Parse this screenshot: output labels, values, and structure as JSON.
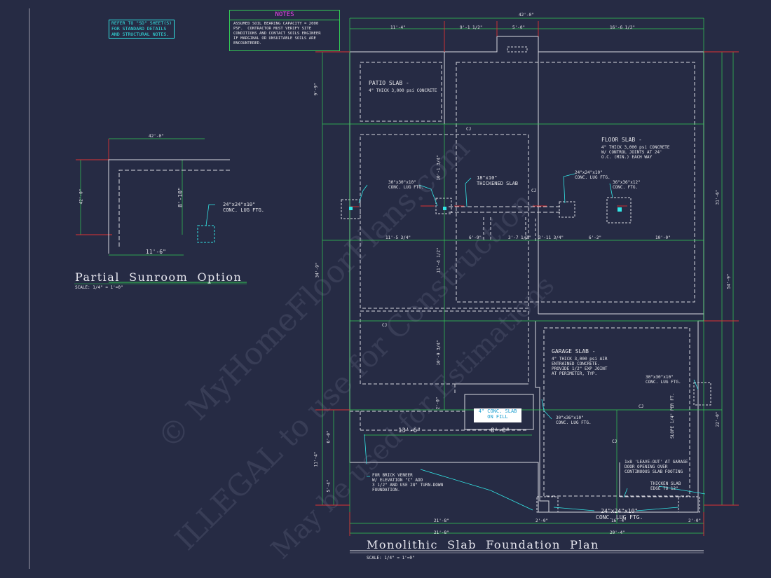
{
  "ref_note": "REFER TO \"SD\" SHEET(S)\nFOR STANDARD DETAILS\nAND STRUCTURAL NOTES.",
  "notes": {
    "title": "NOTES",
    "text": "ASSUMED SOIL BEARING CAPACITY = 2000\nPSF.  CONTRACTOR MUST VERIFY SITE\nCONDITIONS AND CONTACT SOILS ENGINEER\nIF MARGINAL OR UNSUITABLE SOILS ARE\nENCOUNTERED."
  },
  "sunroom": {
    "title": "Partial  Sunroom  Option",
    "scale": "SCALE: 1/4\" = 1'=0\"",
    "dim_top": "42'-0\"",
    "dim_left": "42'-0\"",
    "dim_height": "8'-10\"",
    "dim_width": "11'-6\"",
    "ftg_label": "24\"x24\"x10\"\nCONC. LUG FTG."
  },
  "main_plan": {
    "title": "Monolithic  Slab  Foundation  Plan",
    "scale": "SCALE: 1/4\" = 1'=0\"",
    "labels": {
      "patio_title": "PATIO SLAB -",
      "patio_spec": "4\" THICK 3,000 psi CONCRETE",
      "floor_title": "FLOOR SLAB -",
      "floor_spec": "4\" THICK 3,000 psi CONCRETE\nW/ CONTROL JOINTS AT 24'\nO.C. (MIN.) EACH WAY",
      "garage_title": "GARAGE SLAB -",
      "garage_spec": "4\" THICK 3,000 psi AIR\nENTRAINED CONCRETE.\nPROVIDE 1/2\" EXP JOINT\nAT PERIMETER, TYP.",
      "ftg_30x30": "30\"x30\"x10\"\nCONC. LUG FTG.",
      "thickened": "18\"x10\"\nTHICKENED SLAB",
      "ftg_24_right": "24\"x24\"x10\"\nCONC. LUG FTG.",
      "ftg_36x36": "36\"x36\"x12\"\nCONC. FTG.",
      "ftg_30x36": "30\"x36\"x10\"\nCONC. LUG FTG.",
      "ftg_30x30_right": "30\"x30\"x10\"\nCONC. LUG FTG.",
      "slope": "SLOPE 1/4\" PER FT.",
      "leave_out": "1x8 'LEAVE-OUT' AT GARAGE\nDOOR OPENING OVER\nCONTINUOUS SLAB FOOTING",
      "thicken_edge": "THICKEN SLAB\nEDGE TO 12\"",
      "brick": "FOR BRICK VENEER\nW/ ELEVATION \"C\" ADD\n3 1/2\" AND USE 28\" TURN-DOWN\nFOUNDATION.",
      "conc_fill": "4\" CONC. SLAB\nON FILL",
      "ftg_bottom": "24\"x24\"x10\"\nCONC. LUG FTG.",
      "cj": "CJ"
    },
    "dims": {
      "overall_top": "42'-0\"",
      "top_1": "11'-4\"",
      "top_2": "9'-1 1/2\"",
      "top_3": "5'-0\"",
      "top_4": "16'-6 1/2\"",
      "mid_1": "11'-5 3/4\"",
      "mid_2": "6'-9\"",
      "mid_3": "3'-7 1/2\"",
      "mid_4": "3'-11 3/4\"",
      "mid_5": "6'-2\"",
      "mid_6": "10'-0\"",
      "inner_1": "10'-1 3/4\"",
      "inner_2": "11'-4 1/2\"",
      "inner_3": "10'-9 3/4\"",
      "inner_4": "2'-0\"",
      "left_1": "9'-9\"",
      "left_2": "34'-9\"",
      "left_3": "11'-4\"",
      "left_4": "6'-0\"",
      "left_5": "5'-4\"",
      "right_1": "31'-6\"",
      "right_2": "54'-9\"",
      "right_3": "22'-0\"",
      "dim_13_6": "13'-6\"",
      "dim_8_0": "8'-0\"",
      "bot_1": "21'-8\"",
      "bot_2": "2'-0\"",
      "bot_3": "16'-4\"",
      "bot_4": "2'-0\"",
      "bot_5": "21'-8\"",
      "bot_6": "20'-4\""
    }
  },
  "watermark": {
    "line1": "© MyHomeFloorPlans.com",
    "line2": "ILLEGAL to use for Construction",
    "line3": "May be used for Estimations"
  },
  "colors": {
    "background": "#262b44",
    "walls": "#d8d8e0",
    "dimension_lines": "#33cc55",
    "extension_lines": "#dd3333",
    "annotation_text": "#33e6e6",
    "notes_title": "#ee44ee"
  }
}
